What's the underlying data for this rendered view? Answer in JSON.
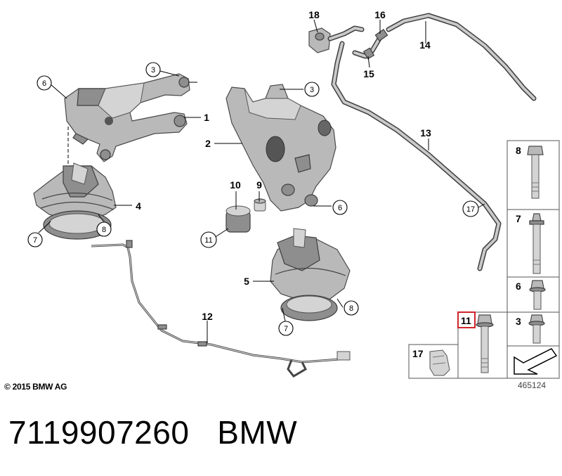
{
  "copyright": "© 2015 BMW AG",
  "reference_number": "465124",
  "part_number": "7119907260",
  "brand": "BMW",
  "callouts": {
    "c1": "1",
    "c2": "2",
    "c3a": "3",
    "c3b": "3",
    "c4": "4",
    "c5": "5",
    "c6a": "6",
    "c6b": "6",
    "c7a": "7",
    "c7b": "7",
    "c8a": "8",
    "c8b": "8",
    "c9": "9",
    "c10": "10",
    "c11": "11",
    "c12": "12",
    "c13": "13",
    "c14": "14",
    "c15": "15",
    "c16": "16",
    "c17": "17",
    "c18": "18"
  },
  "legend": {
    "r8": "8",
    "r7": "7",
    "r6": "6",
    "r3": "3",
    "r11": "11",
    "r17": "17"
  },
  "highlight_color": "#d0262c"
}
